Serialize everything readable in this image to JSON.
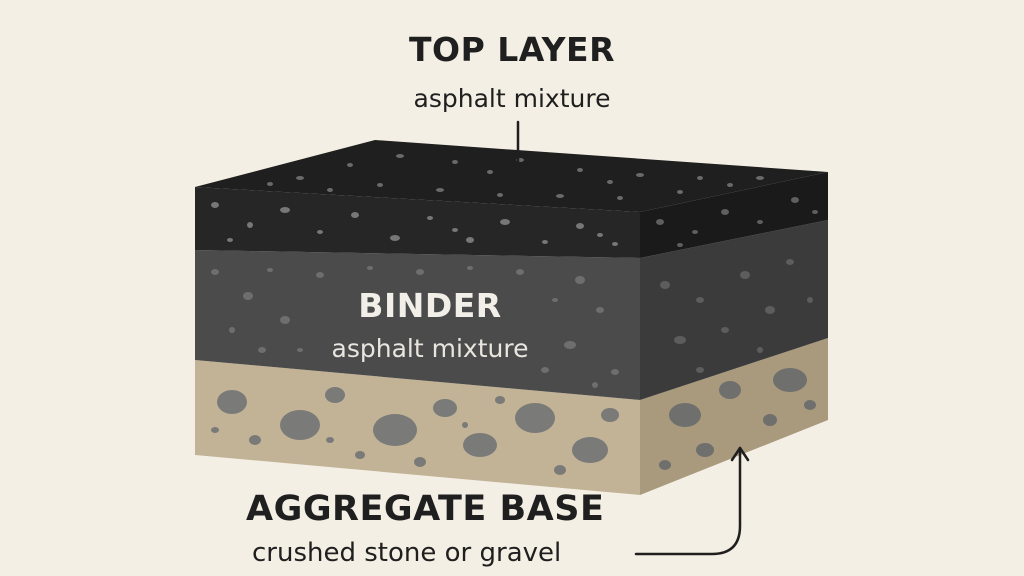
{
  "labels": {
    "top_layer": {
      "title": "TOP LAYER",
      "subtitle": "asphalt mixture"
    },
    "binder": {
      "title": "BINDER",
      "subtitle": "asphalt mixture"
    },
    "aggregate_base": {
      "title": "AGGREGATE BASE",
      "subtitle": "crushed stone or gravel"
    }
  },
  "colors": {
    "background": "#f4efe4",
    "top_layer_front": "#262626",
    "top_layer_surface": "#1f1f1f",
    "top_layer_side": "#1a1a1a",
    "binder_front": "#4b4b4b",
    "binder_side": "#3b3b3b",
    "base_front": "#c2b397",
    "base_side": "#a99a7e",
    "stone": "#7a7a78",
    "text_dark": "#1f1f1f",
    "text_light": "#f2efe8"
  }
}
